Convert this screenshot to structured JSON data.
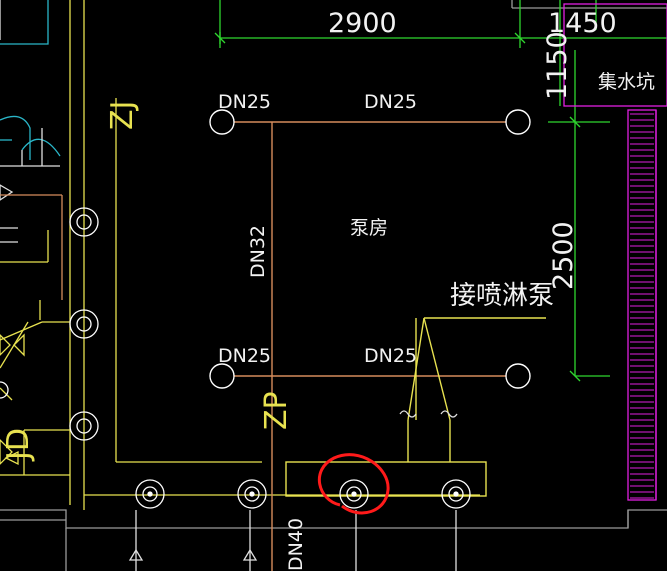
{
  "labels": {
    "dim_top_width": "2900",
    "dim_top_right": "1450",
    "dim_right_small": "1150",
    "dim_right_height": "2500",
    "sump": "集水坑",
    "room": "泵房",
    "sprinkler_pump": "接喷淋泵",
    "pipe_tl": "DN25",
    "pipe_tc": "DN25",
    "pipe_bl": "DN25",
    "pipe_bc": "DN25",
    "pipe_riser": "DN32",
    "pipe_bottom": "DN40",
    "riser_tag_top": "ZJ",
    "riser_tag_mid": "ZP",
    "riser_tag_left": "JD"
  },
  "colors": {
    "background": "#000000",
    "pipe_orange": "#d68c5c",
    "pipe_yellow": "#e8e250",
    "dimension_green": "#2fd62f",
    "sump_magenta": "#e020e0",
    "wall_gray": "#9a9a9a",
    "highlight_red": "#ff1a1a",
    "text_white": "#f2f2f2"
  }
}
